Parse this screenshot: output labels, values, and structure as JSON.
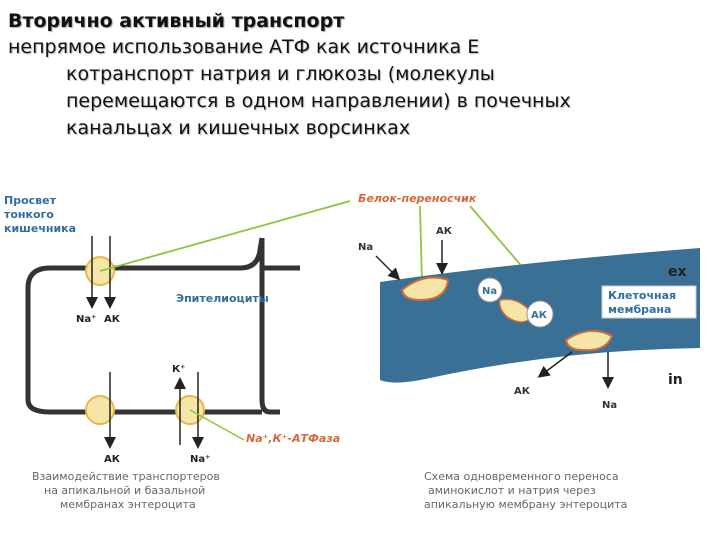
{
  "slide": {
    "title": "Вторично активный транспорт",
    "line1": "непрямое использование АТФ как источника Е",
    "line2": "котранспорт натрия и глюкозы (молекулы",
    "line3": "перемещаются в одном направлении) в почечных",
    "line4": "канальцах и кишечных ворсинках"
  },
  "left_diagram": {
    "lumen_label": [
      "Просвет",
      "тонкого",
      "кишечника"
    ],
    "epithelium_label": "Эпителиоциты",
    "top_na": "Na⁺",
    "top_ak": "АК",
    "k_label": "К⁺",
    "bottom_ak": "АК",
    "bottom_na": "Na⁺",
    "atpase_label": "Na⁺,К⁺-АТФаза",
    "caption": [
      "Взаимодействие транспортеров",
      "на апикальной и базальной",
      "мембранах энтероцита"
    ]
  },
  "right_diagram": {
    "carrier_label": "Белок-переносчик",
    "na_in": "Na",
    "ak_in": "АК",
    "na_bubble": "Na",
    "ak_bubble": "АК",
    "ex_label": "ex",
    "in_label": "in",
    "membrane_label": [
      "Клеточная",
      "мембрана"
    ],
    "ak_out": "АК",
    "na_out": "Na",
    "caption": [
      "Схема одновременного переноса",
      "аминокислот и натрия через",
      "апикальную мембрану энтероцита"
    ]
  },
  "colors": {
    "label_blue": "#2f6fa0",
    "accent_orange": "#d2693a",
    "connector_green": "#8cc63f",
    "membrane_blue": "#3a6f96",
    "carrier_fill": "#f5e6a8",
    "cell_outline": "#333333"
  }
}
